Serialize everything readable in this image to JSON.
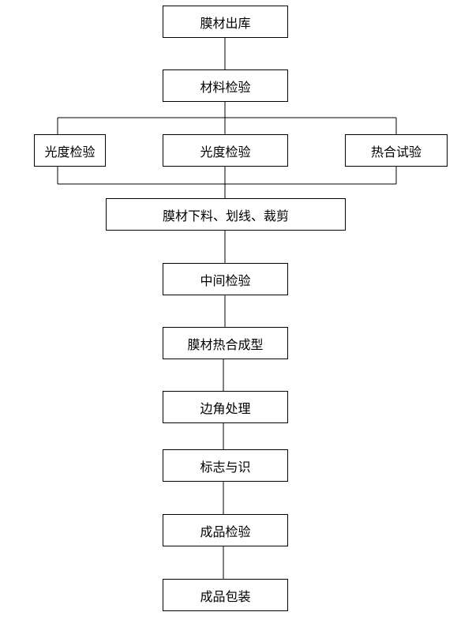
{
  "flowchart": {
    "steps": {
      "membrane_outbound": "膜材出库",
      "material_inspection": "材料检验",
      "light_inspection_left": "光度检验",
      "light_inspection_center": "光度检验",
      "heat_seal_test": "热合试验",
      "cutting": "膜材下料、划线、裁剪",
      "intermediate_inspection": "中间检验",
      "heat_seal_forming": "膜材热合成型",
      "edge_processing": "边角处理",
      "marking": "标志与识",
      "final_inspection": "成品检验",
      "final_packaging": "成品包装"
    }
  }
}
